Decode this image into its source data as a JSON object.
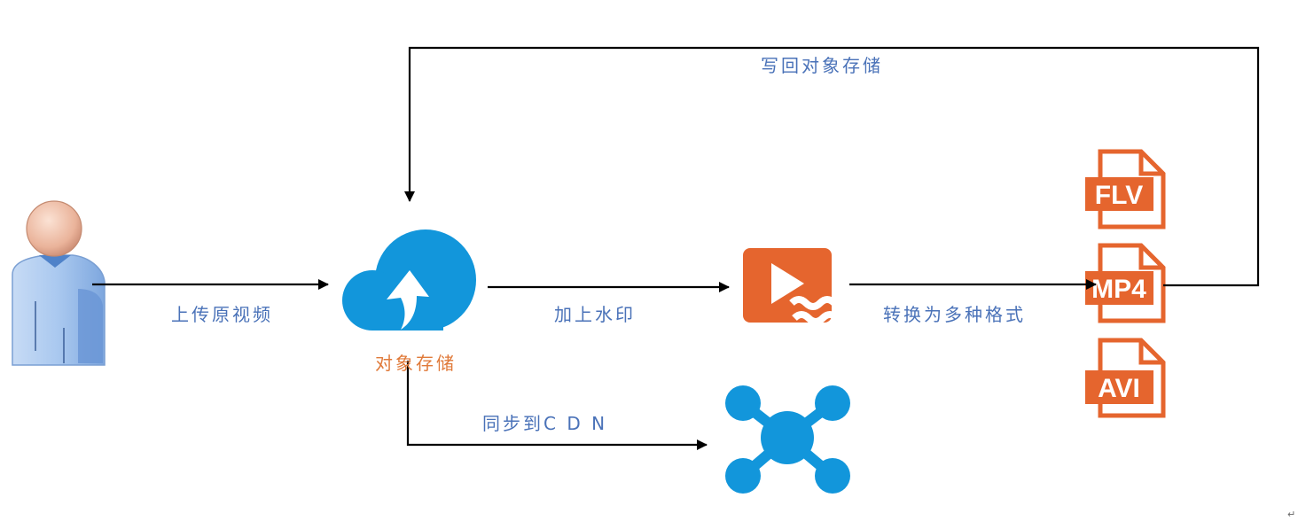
{
  "nodes": {
    "user": {
      "icon": "user-icon"
    },
    "storage": {
      "icon": "cloud-upload-icon",
      "label": "对象存储"
    },
    "watermark": {
      "icon": "video-play-icon"
    },
    "formats": [
      {
        "icon": "file-flv-icon",
        "label": "FLV"
      },
      {
        "icon": "file-mp4-icon",
        "label": "MP4"
      },
      {
        "icon": "file-avi-icon",
        "label": "AVI"
      }
    ],
    "cdn": {
      "icon": "network-hub-icon"
    }
  },
  "edges": {
    "upload": "上传原视频",
    "watermark": "加上水印",
    "convert": "转换为多种格式",
    "writeback": "写回对象存储",
    "cdn_sync": "同步到C D N"
  },
  "colors": {
    "arrow": "#000000",
    "edge_label": "#4a72b8",
    "node_label": "#e07a3a",
    "cloud": "#1296db",
    "video": "#e5652e",
    "file": "#e5652e",
    "network": "#1296db"
  },
  "footer": {
    "return_mark": "↵"
  }
}
